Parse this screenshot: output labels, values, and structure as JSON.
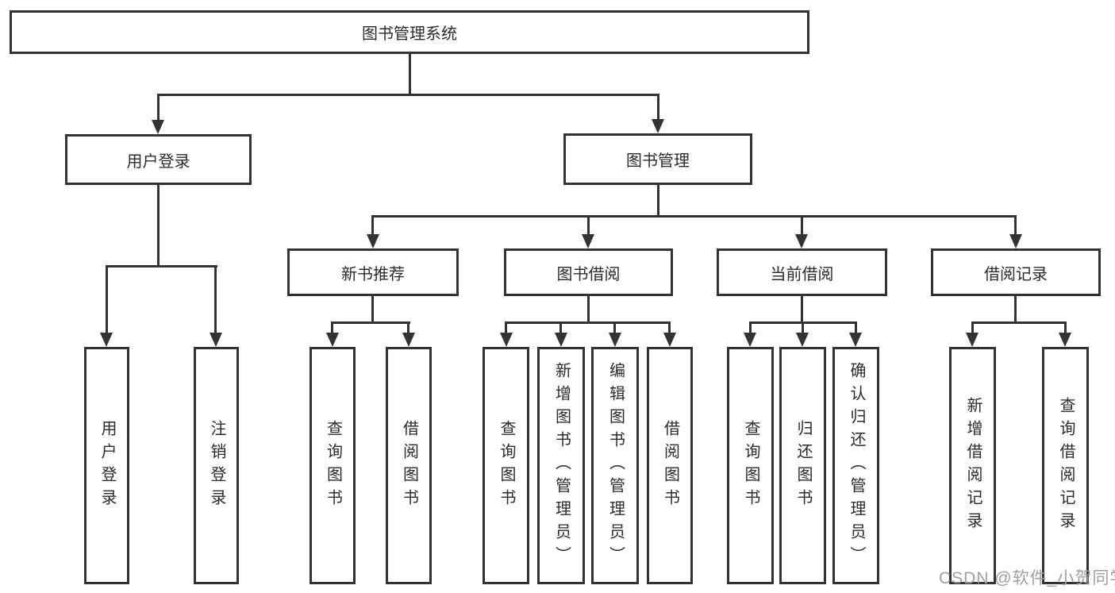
{
  "diagram": {
    "root": "图书管理系统",
    "user_login": "用户登录",
    "book_mgmt": "图书管理",
    "new_book_rec": "新书推荐",
    "book_borrow": "图书借阅",
    "current_borrow": "当前借阅",
    "borrow_records": "借阅记录",
    "leaf_user_login": "用户登录",
    "leaf_logout": "注销登录",
    "leaf_query_book_1": "查询图书",
    "leaf_borrow_book_1": "借阅图书",
    "leaf_query_book_2": "查询图书",
    "leaf_add_book": "新增图书（管理员）",
    "leaf_edit_book": "编辑图书（管理员）",
    "leaf_borrow_book_2": "借阅图书",
    "leaf_query_book_3": "查询图书",
    "leaf_return_book": "归还图书",
    "leaf_confirm_return": "确认归还（管理员）",
    "leaf_add_record": "新增借阅记录",
    "leaf_query_record": "查询借阅记录"
  },
  "watermark": "CSDN @软件_小贺同学",
  "colors": {
    "line": "#333333",
    "text": "#2b2b2b",
    "watermark": "#a0a0a0",
    "background": "#ffffff"
  }
}
